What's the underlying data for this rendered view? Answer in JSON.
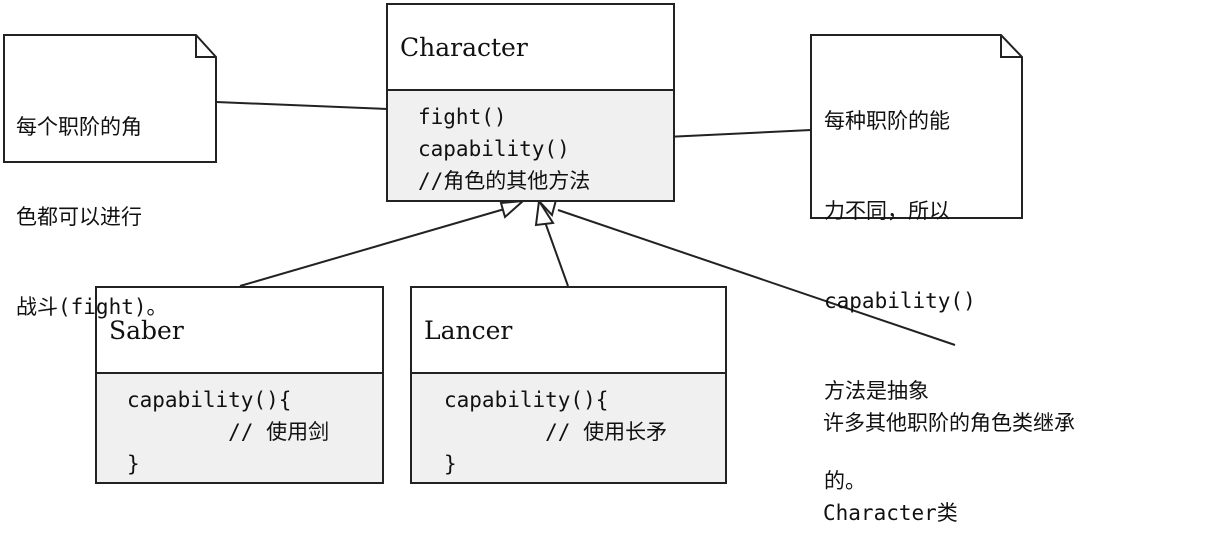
{
  "character": {
    "name": "Character",
    "methods": [
      "fight()",
      "capability()",
      "//角色的其他方法"
    ]
  },
  "saber": {
    "name": "Saber",
    "code": [
      "capability(){",
      "        // 使用剑",
      "}"
    ]
  },
  "lancer": {
    "name": "Lancer",
    "code": [
      "capability(){",
      "        // 使用长矛",
      "}"
    ]
  },
  "note_left": [
    "每个职阶的角",
    "色都可以进行",
    "战斗(fight)。"
  ],
  "note_right": [
    "每种职阶的能",
    "力不同，所以",
    "capability()",
    "方法是抽象",
    "的。"
  ],
  "inherit_note": [
    "许多其他职阶的角色类继承",
    "Character类"
  ]
}
